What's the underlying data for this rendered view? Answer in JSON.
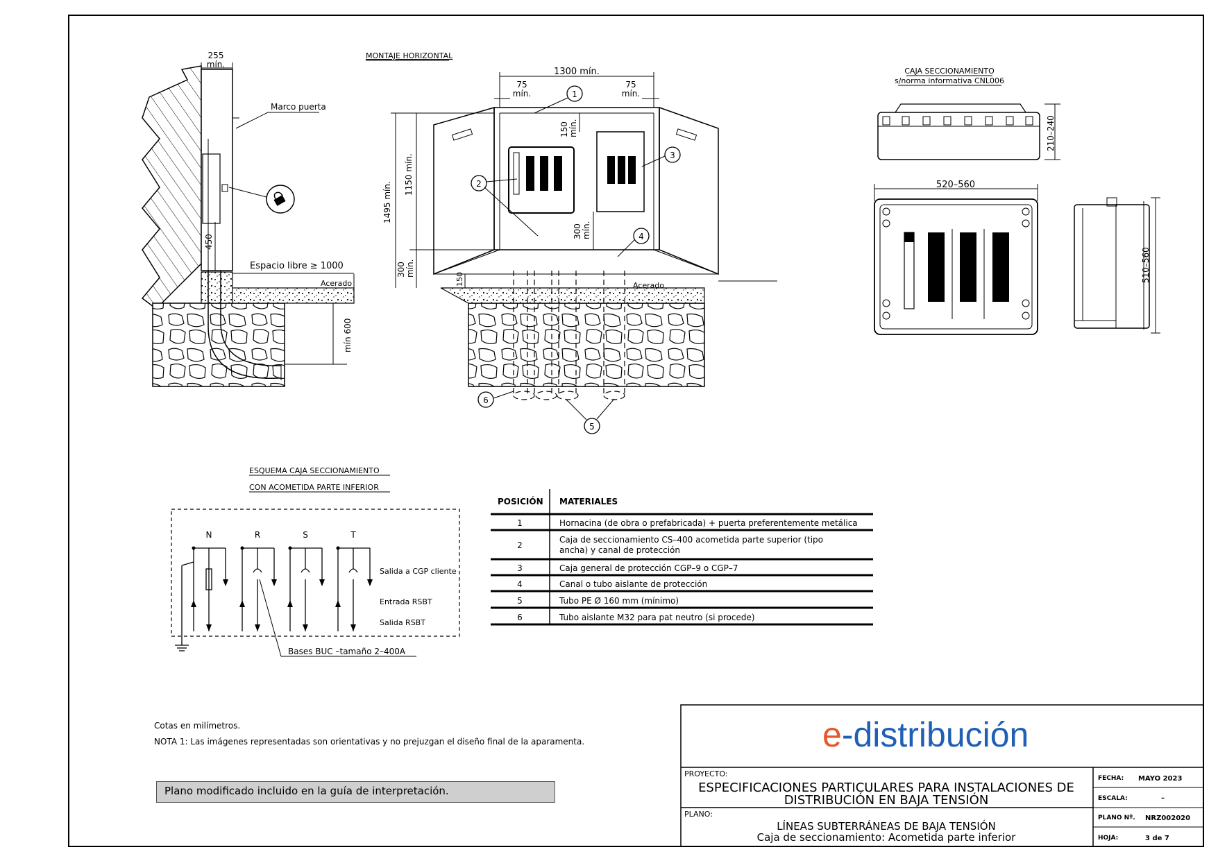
{
  "notes": {
    "units": "Cotas en milímetros.",
    "note1": "NOTA 1: Las imágenes representadas son orientativas y no prejuzgan el diseño final de la aparamenta.",
    "modified": "Plano modificado incluido en la guía de interpretación."
  },
  "section_view": {
    "dim_top": "255",
    "dim_top_unit": "mín.",
    "door_frame": "Marco puerta",
    "dim_450": "450",
    "free_space": "Espacio libre ≥ 1000",
    "sidewalk": "Acerado",
    "dim_600": "mín 600"
  },
  "front_view": {
    "title": "MONTAJE HORIZONTAL",
    "dim_width": "1300 mín.",
    "dim_75a": "75",
    "dim_75a_unit": "mín.",
    "dim_75b": "75",
    "dim_75b_unit": "mín.",
    "dim_150": "150",
    "dim_150_unit": "mín.",
    "dim_1495": "1495 mín.",
    "dim_1150": "1150 mín.",
    "dim_300a": "300",
    "dim_300a_unit": "mín.",
    "dim_300b": "300",
    "dim_300b_unit": "mín.",
    "dim_150b": "150",
    "sidewalk": "Acerado",
    "callouts": [
      "1",
      "2",
      "3",
      "4",
      "5",
      "6"
    ]
  },
  "box_views": {
    "title_line1": "CAJA SECCIONAMIENTO",
    "title_line2": "s/norma informativa CNL006",
    "dim_height": "210–240",
    "dim_width": "520–560",
    "dim_depth": "510–560"
  },
  "schema": {
    "title_line1": "ESQUEMA CAJA SECCIONAMIENTO",
    "title_line2": "CON ACOMETIDA PARTE INFERIOR",
    "phases": [
      "N",
      "R",
      "S",
      "T"
    ],
    "out_cgp": "Salida a CGP cliente",
    "in_rsbt": "Entrada RSBT",
    "out_rsbt": "Salida RSBT",
    "bases": "Bases BUC –tamaño 2–400A"
  },
  "materials": {
    "col_pos": "POSICIÓN",
    "col_mat": "MATERIALES",
    "rows": [
      {
        "pos": "1",
        "text": "Hornacina (de obra o prefabricada) + puerta preferentemente metálica",
        "text2": ""
      },
      {
        "pos": "2",
        "text": "Caja de seccionamiento CS–400 acometida parte superior (tipo",
        "text2": "ancha) y canal de protección"
      },
      {
        "pos": "3",
        "text": "Caja general de protección CGP–9 o CGP–7",
        "text2": ""
      },
      {
        "pos": "4",
        "text": "Canal o tubo aislante de protección",
        "text2": ""
      },
      {
        "pos": "5",
        "text": "Tubo PE Ø 160 mm (mínimo)",
        "text2": ""
      },
      {
        "pos": "6",
        "text": "Tubo aislante M32 para pat neutro (si procede)",
        "text2": ""
      }
    ]
  },
  "title_block": {
    "logo_e": "e",
    "logo_rest": "-distribución",
    "proyecto_label": "PROYECTO:",
    "proyecto_line1": "ESPECIFICACIONES PARTICULARES PARA INSTALACIONES DE",
    "proyecto_line2": "DISTRIBUCIÓN EN BAJA TENSIÓN",
    "plano_label": "PLANO:",
    "plano_line1": "LÍNEAS SUBTERRÁNEAS DE BAJA TENSIÓN",
    "plano_line2": "Caja de seccionamiento: Acometida parte inferior",
    "fecha_label": "FECHA:",
    "fecha": "MAYO 2023",
    "escala_label": "ESCALA:",
    "escala": "–",
    "plano_n_label": "PLANO Nº.",
    "plano_n": "NRZ002020",
    "hoja_label": "HOJA:",
    "hoja": "3 de 7"
  },
  "colors": {
    "logo_blue": "#1f5fb5",
    "logo_orange": "#e7572a",
    "note_fill": "#cfcfcf"
  }
}
